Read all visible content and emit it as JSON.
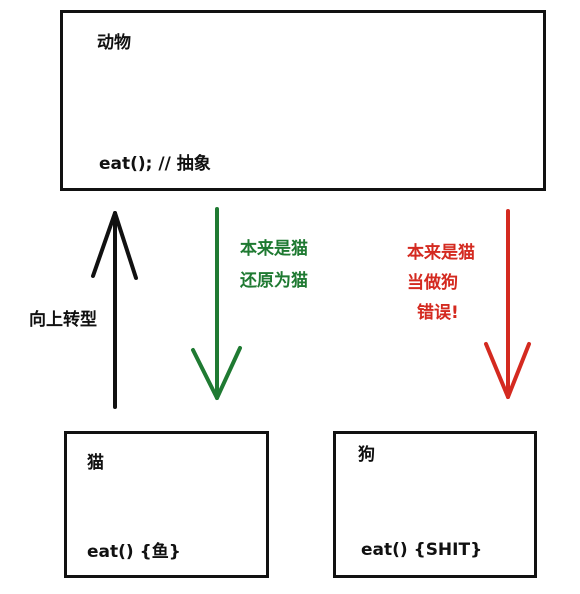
{
  "boxes": {
    "animal": {
      "title": "动物",
      "method": "eat(); // 抽象"
    },
    "cat": {
      "title": "猫",
      "method": "eat() {鱼}"
    },
    "dog": {
      "title": "狗",
      "method": "eat() {SHIT}"
    }
  },
  "arrows": {
    "upcast": {
      "label": "向上转型",
      "color": "#111111"
    },
    "downcast_ok": {
      "lines": [
        "本来是猫",
        "还原为猫"
      ],
      "color": "#1f7a32"
    },
    "downcast_error": {
      "lines": [
        "本来是猫",
        "当做狗",
        "错误!"
      ],
      "color": "#d42a20"
    }
  }
}
